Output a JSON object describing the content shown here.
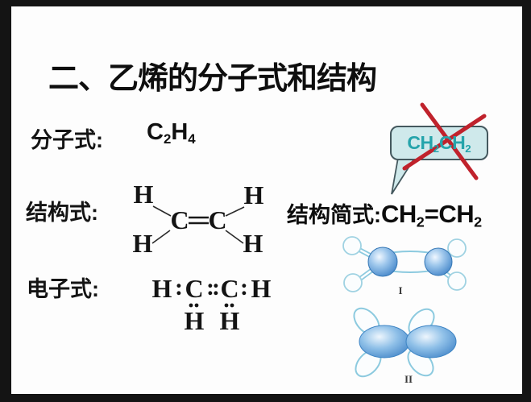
{
  "title": "二、乙烯的分子式和结构",
  "molecular": {
    "label": "分子式:",
    "f1": "C",
    "f1s": "2",
    "f2": "H",
    "f2s": "4"
  },
  "structural": {
    "label": "结构式:",
    "h_tl": "H",
    "h_tr": "H",
    "h_bl": "H",
    "h_br": "H",
    "c_left": "C",
    "c_right": "C"
  },
  "electronic": {
    "label": "电子式:",
    "h_left": "H",
    "colon_left": ":",
    "c_left": "C",
    "colon_mid": "::",
    "c_right": "C",
    "colon_right": ":",
    "h_right": "H",
    "h_under_left": "H",
    "h_under_right": "H"
  },
  "condensed": {
    "label": "结构简式:",
    "f1": "CH",
    "f1s": "2",
    "f2": "=CH",
    "f2s": "2"
  },
  "bubble": {
    "f1": "CH",
    "f1s": "2",
    "f2": "CH",
    "f2s": "2",
    "fill": "#cfe9eb",
    "border": "#44585e",
    "text_color": "#25a4ab",
    "cross_color": "#c0222c"
  },
  "models": {
    "model1_label": "I",
    "model2_label": "II",
    "sphere_color": "#3c80c6",
    "outline_color": "#8ccadf"
  }
}
